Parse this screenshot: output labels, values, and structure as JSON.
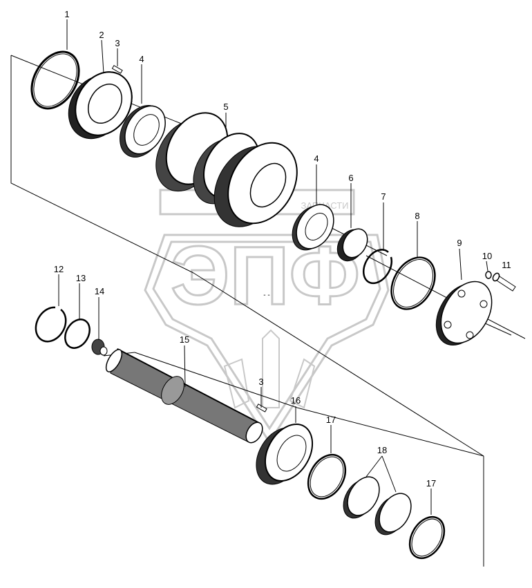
{
  "watermark": {
    "logo_text": "ЭПФ",
    "banner_text": "ЗАПЧАСТИ",
    "color": "#c8c8c8"
  },
  "callouts": [
    "1",
    "2",
    "3",
    "4",
    "5",
    "4",
    "6",
    "7",
    "8",
    "9",
    "10",
    "11",
    "12",
    "13",
    "14",
    "15",
    "3",
    "16",
    "17",
    "18",
    "17"
  ],
  "colors": {
    "line": "#000000",
    "background": "#ffffff"
  },
  "small_mark": "- -"
}
